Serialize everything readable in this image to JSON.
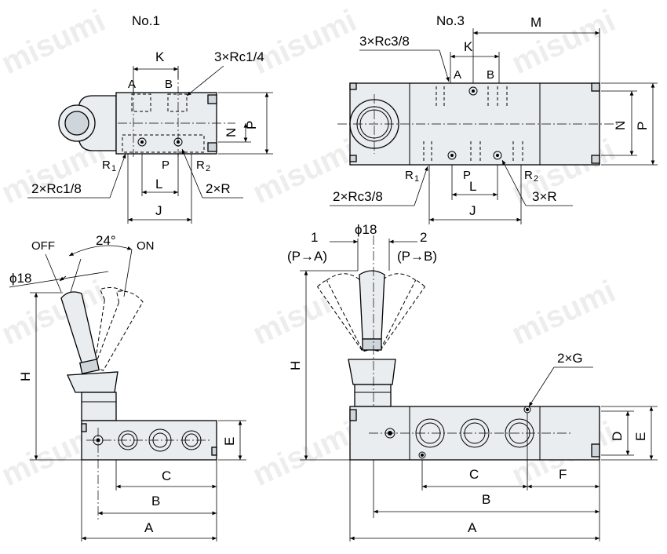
{
  "views": {
    "no1": {
      "title": "No.1"
    },
    "no3": {
      "title": "No.3"
    }
  },
  "labels": {
    "K": "K",
    "A_port": "A",
    "B_port": "B",
    "ports_no1": "3×Rc1/4",
    "N": "N",
    "P_dim": "P",
    "R1": "R",
    "R1_sub": "1",
    "P_port": "P",
    "R2": "R",
    "R2_sub": "2",
    "rc18": "2×Rc1/8",
    "L": "L",
    "two_r": "2×R",
    "J": "J",
    "M": "M",
    "ports_no3": "3×Rc3/8",
    "rc38": "2×Rc3/8",
    "three_r": "3×R",
    "off": "OFF",
    "on": "ON",
    "angle": "24°",
    "phi18": "ϕ18",
    "H": "H",
    "E": "E",
    "C": "C",
    "B_dim": "B",
    "A_dim": "A",
    "pos1": "1",
    "pos2": "2",
    "p_to_a": "(P→A)",
    "p_to_b": "(P→B)",
    "two_g": "2×G",
    "D": "D",
    "F": "F"
  },
  "watermark": "misumi",
  "colors": {
    "part_fill": "#e9edf0",
    "line": "#000000",
    "watermark": "#d8d8d8"
  }
}
